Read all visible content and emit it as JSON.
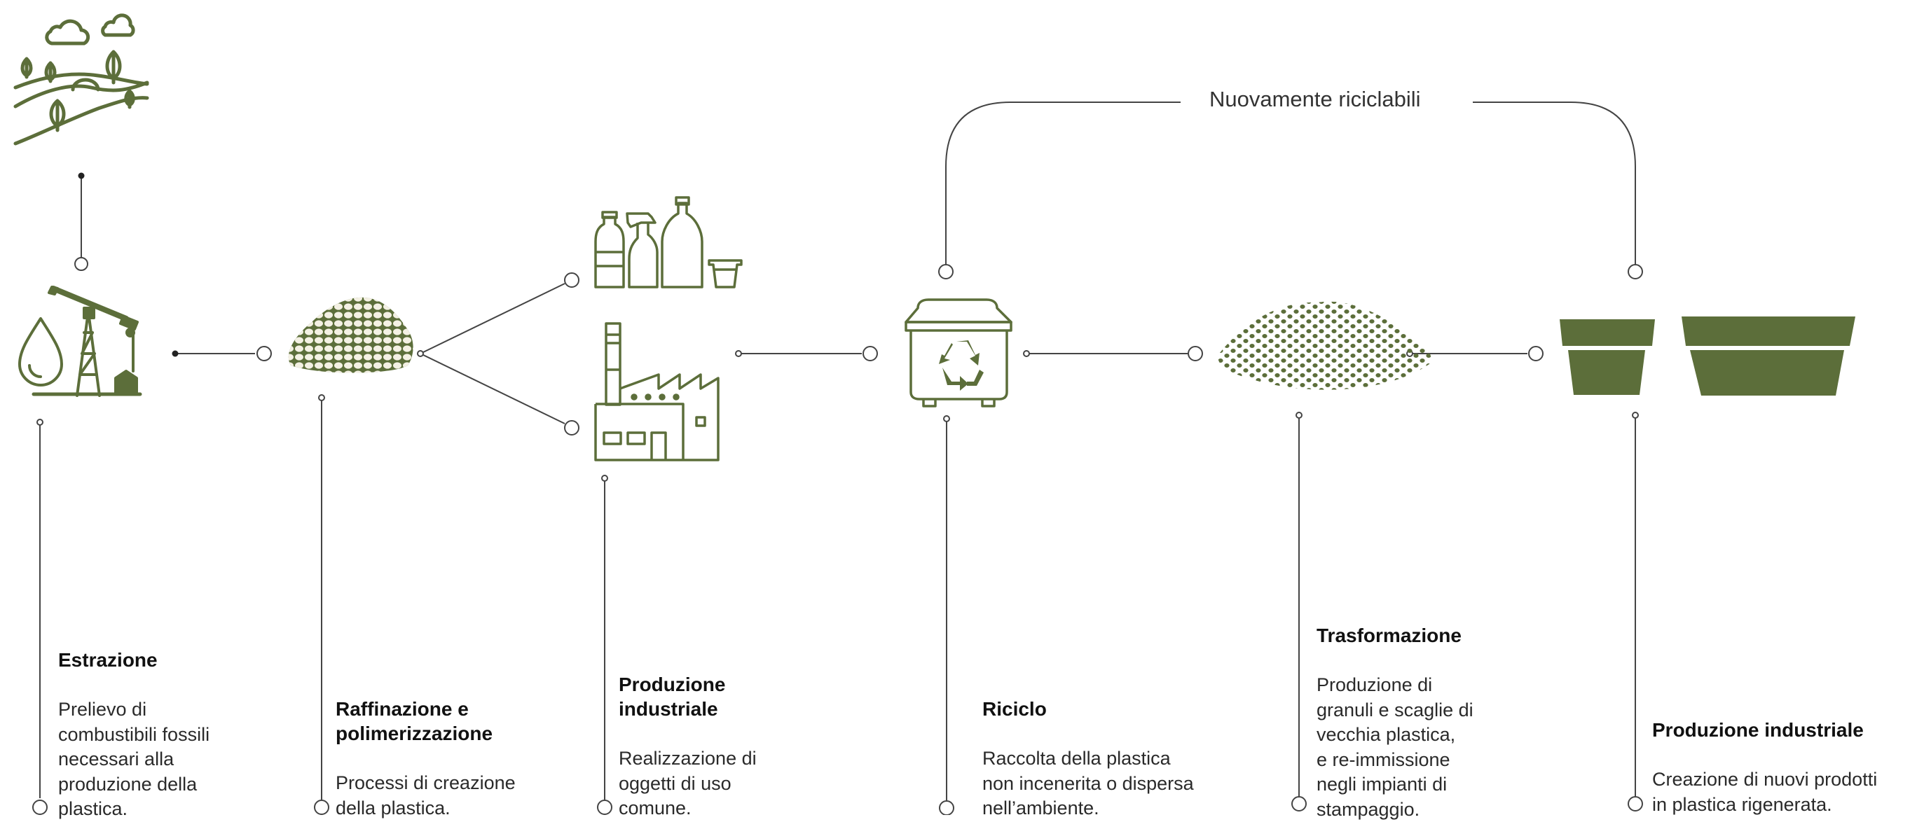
{
  "loop_label": "Nuovamente riciclabili",
  "colors": {
    "green": "#5c6e3a",
    "line": "#444444"
  },
  "icons": [
    "landscape-icon",
    "oil-pump-icon",
    "pellets-pile-icon",
    "bottles-icon",
    "factory-icon",
    "recycle-bin-icon",
    "granules-icon",
    "plant-pots-icon"
  ],
  "steps": [
    {
      "title": "Estrazione",
      "text": "Prelievo di\ncombustibili fossili\nnecessari alla\nproduzione della\nplastica."
    },
    {
      "title": "Raffinazione e\npolimerizzazione",
      "text": "Processi di creazione\ndella plastica."
    },
    {
      "title": "Produzione\nindustriale",
      "text": "Realizzazione di\noggetti di uso\ncomune."
    },
    {
      "title": "Riciclo",
      "text": "Raccolta della plastica\nnon incenerita o dispersa\nnell’ambiente."
    },
    {
      "title": "Trasformazione",
      "text": "Produzione di\ngranuli e scaglie di\nvecchia plastica,\ne re-immissione\nnegli impianti di\nstampaggio."
    },
    {
      "title": "Produzione industriale",
      "text": "Creazione di nuovi prodotti\nin plastica rigenerata."
    }
  ]
}
